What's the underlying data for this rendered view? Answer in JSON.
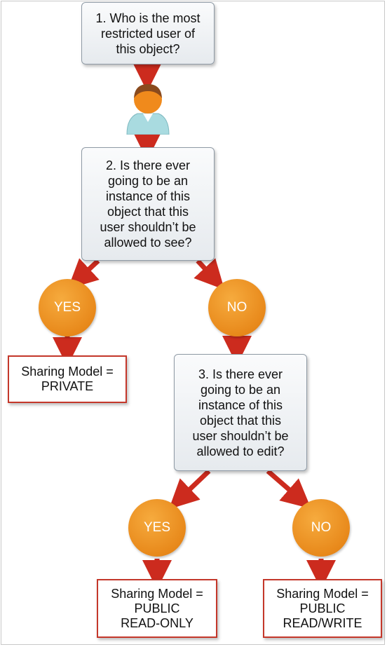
{
  "question1": "1. Who is the most\nrestricted user of\nthis object?",
  "question2": "2. Is there ever\ngoing to be an\ninstance of this\nobject that this\nuser shouldn’t be\nallowed to see?",
  "question3": "3. Is there ever\ngoing to be an\ninstance of this\nobject that this\nuser shouldn’t be\nallowed to edit?",
  "yes_label": "YES",
  "no_label": "NO",
  "result_private": "Sharing Model =\nPRIVATE",
  "result_read_only": "Sharing Model =\nPUBLIC\nREAD-ONLY",
  "result_read_write": "Sharing Model =\nPUBLIC\nREAD/WRITE",
  "icons": {
    "user": "user-icon"
  },
  "colors": {
    "arrow": "#cc2b1e",
    "circle": "#eb8c1f",
    "result_border": "#c4372a"
  }
}
